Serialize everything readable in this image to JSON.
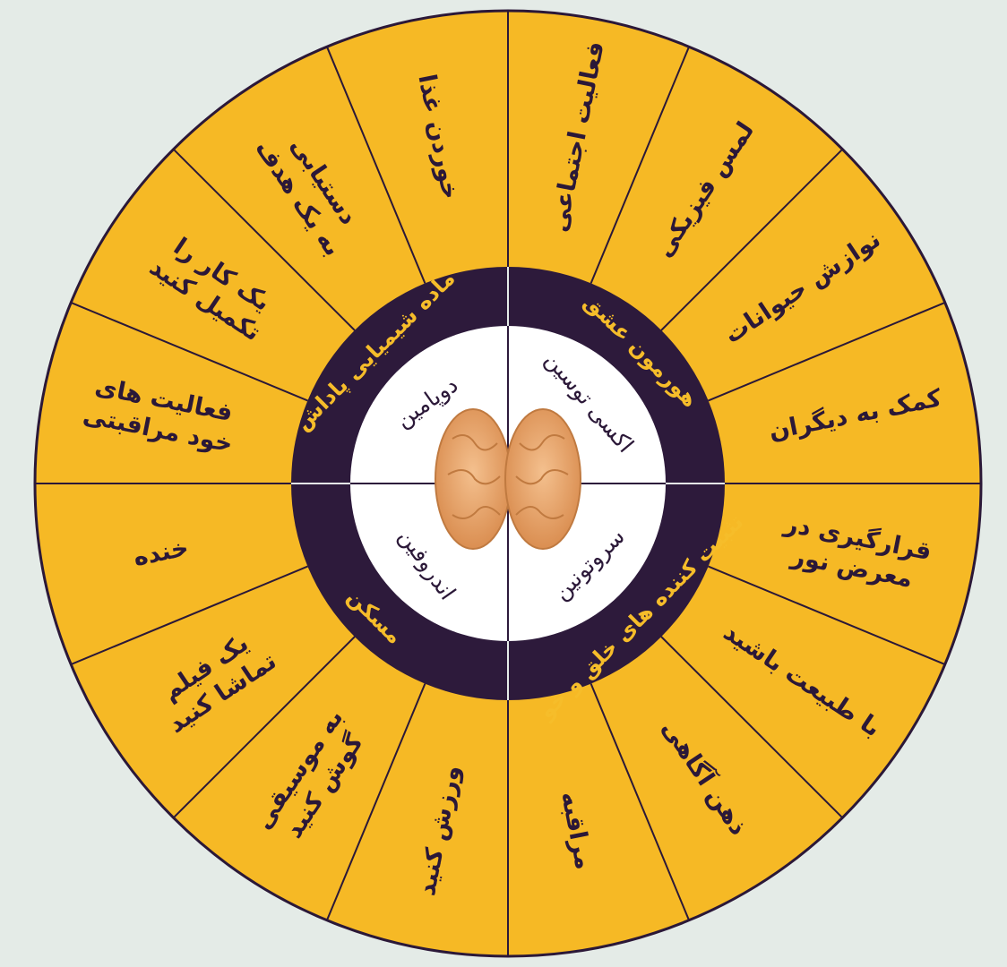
{
  "colors": {
    "background": "#e4ebe7",
    "segment_fill": "#f6b925",
    "segment_line": "#2b1838",
    "inner_ring": "#2d1a3b",
    "core": "#ffffff",
    "brain": "#e9a56a"
  },
  "outer_segments": [
    [
      "فعالیت اجتماعی"
    ],
    [
      "لمس فیزیکی"
    ],
    [
      "نوازش حیوانات"
    ],
    [
      "کمک به دیگران"
    ],
    [
      "قرارگیری در",
      "معرض نور"
    ],
    [
      "با طبیعت باشید"
    ],
    [
      "ذهن آگاهی"
    ],
    [
      "مراقبه"
    ],
    [
      "ورزش کنید"
    ],
    [
      "به موسیقی",
      "گوش کنید"
    ],
    [
      "یک فیلم",
      "تماشا کنید"
    ],
    [
      "خنده"
    ],
    [
      "فعالیت های",
      "خود مراقبتی"
    ],
    [
      "یک کار را",
      "تکمیل کنید"
    ],
    [
      "دستیابی",
      "به یک هدف"
    ],
    [
      "خوردن غذا"
    ]
  ],
  "inner_ring_labels": [
    "هورمون عشق",
    "تثبیت کننده های خلق و خو",
    "مسکن",
    "ماده شیمیایی پاداش"
  ],
  "core_labels": [
    "اکسی توسین",
    "سروتونین",
    "اندروفین",
    "دوپامین"
  ],
  "center_icon": "brain-icon"
}
